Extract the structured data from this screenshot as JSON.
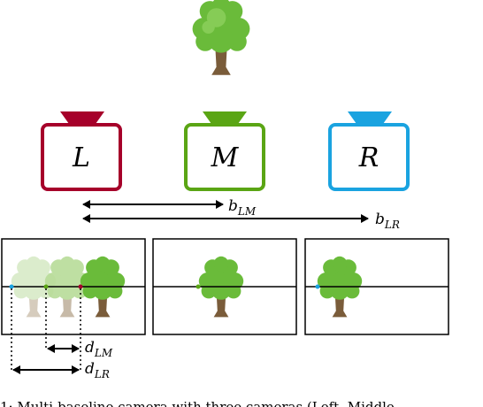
{
  "cameras": [
    {
      "label": "L",
      "color": "#a6002a"
    },
    {
      "label": "M",
      "color": "#5aa514"
    },
    {
      "label": "R",
      "color": "#1aa3e0"
    }
  ],
  "baselines": {
    "lm": {
      "base": "b",
      "sub": "LM"
    },
    "lr": {
      "base": "b",
      "sub": "LR"
    }
  },
  "disparities": {
    "lm": {
      "base": "d",
      "sub": "LM"
    },
    "lr": {
      "base": "d",
      "sub": "LR"
    }
  },
  "caption": "1: Multi-baseline camera with three cameras (Left, Middle"
}
